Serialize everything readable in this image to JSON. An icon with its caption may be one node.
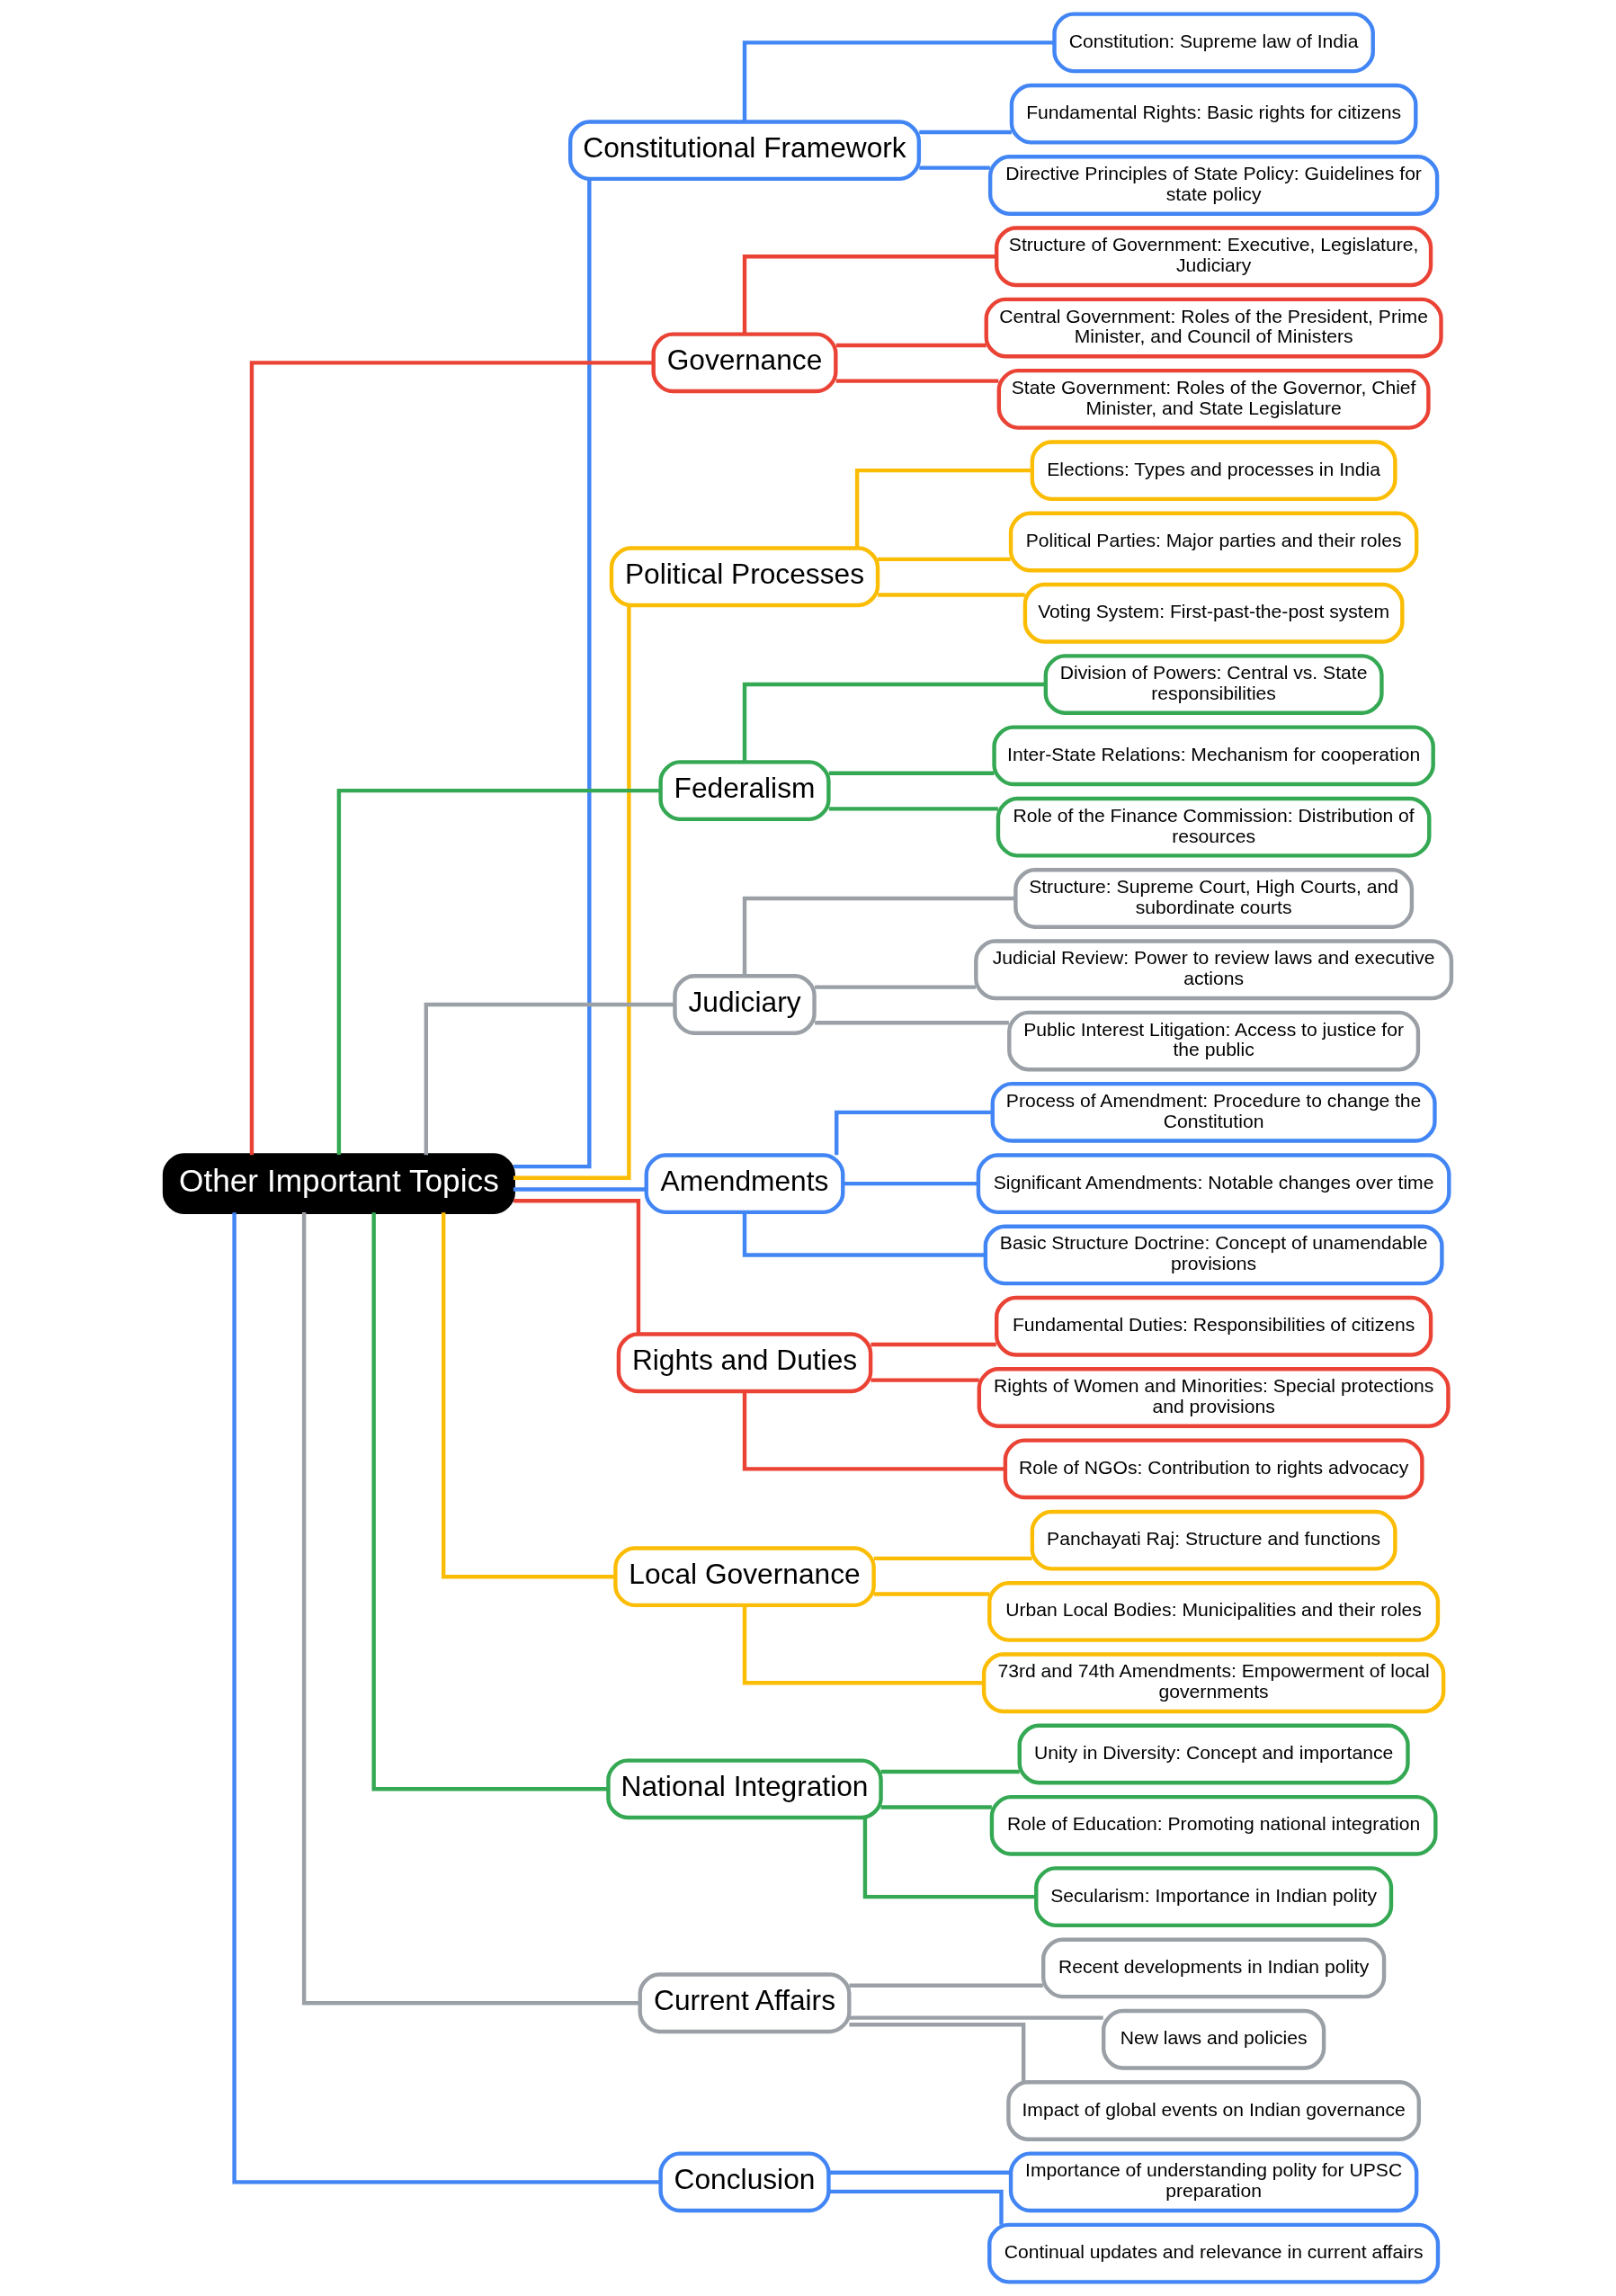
{
  "diagram": {
    "nodes": [
      {
        "text": [
          "Other Important Topics"
        ]
      },
      {
        "text": [
          "Constitutional Framework"
        ]
      },
      {
        "text": [
          "Constitution: Supreme law of India"
        ]
      },
      {
        "text": [
          "Fundamental Rights: Basic rights for citizens"
        ]
      },
      {
        "text": [
          "Directive Principles of State Policy: Guidelines for state policy"
        ]
      },
      {
        "text": [
          "Governance"
        ]
      },
      {
        "text": [
          "Structure of Government: Executive, Legislature, Judiciary"
        ]
      },
      {
        "text": [
          "Central Government: Roles of the President, Prime Minister, and Council of Ministers"
        ]
      },
      {
        "text": [
          "State Government: Roles of the Governor, Chief Minister, and State Legislature"
        ]
      },
      {
        "text": [
          "Political Processes"
        ]
      },
      {
        "text": [
          "Elections: Types and processes in India"
        ]
      },
      {
        "text": [
          "Political Parties: Major parties and their roles"
        ]
      },
      {
        "text": [
          "Voting System: First-past-the-post system"
        ]
      },
      {
        "text": [
          "Federalism"
        ]
      },
      {
        "text": [
          "Division of Powers: Central vs. State responsibilities"
        ]
      },
      {
        "text": [
          "Inter-State Relations: Mechanism for cooperation"
        ]
      },
      {
        "text": [
          "Role of the Finance Commission: Distribution of resources"
        ]
      },
      {
        "text": [
          "Judiciary"
        ]
      },
      {
        "text": [
          "Structure: Supreme Court, High Courts, and subordinate courts"
        ]
      },
      {
        "text": [
          "Judicial Review: Power to review laws and executive actions"
        ]
      },
      {
        "text": [
          "Public Interest Litigation: Access to justice for the public"
        ]
      },
      {
        "text": [
          "Amendments"
        ]
      },
      {
        "text": [
          "Process of Amendment: Procedure to change the Constitution"
        ]
      },
      {
        "text": [
          "Significant Amendments: Notable changes over time"
        ]
      },
      {
        "text": [
          "Basic Structure Doctrine: Concept of unamendable provisions"
        ]
      },
      {
        "text": [
          "Rights and Duties"
        ]
      },
      {
        "text": [
          "Fundamental Duties: Responsibilities of citizens"
        ]
      },
      {
        "text": [
          "Rights of Women and Minorities: Special protections and provisions"
        ]
      },
      {
        "text": [
          "Role of NGOs: Contribution to rights advocacy"
        ]
      },
      {
        "text": [
          "Local Governance"
        ]
      },
      {
        "text": [
          "Panchayati Raj: Structure and functions"
        ]
      },
      {
        "text": [
          "Urban Local Bodies: Municipalities and their roles"
        ]
      },
      {
        "text": [
          "73rd and 74th Amendments: Empowerment of local governments"
        ]
      },
      {
        "text": [
          "National Integration"
        ]
      },
      {
        "text": [
          "Unity in Diversity: Concept and importance"
        ]
      },
      {
        "text": [
          "Role of Education: Promoting national integration"
        ]
      },
      {
        "text": [
          "Secularism: Importance in Indian polity"
        ]
      },
      {
        "text": [
          "Current Affairs"
        ]
      },
      {
        "text": [
          "Recent developments in Indian polity"
        ]
      },
      {
        "text": [
          "New laws and policies"
        ]
      },
      {
        "text": [
          "Impact of global events on Indian governance"
        ]
      },
      {
        "text": [
          "Conclusion"
        ]
      },
      {
        "text": [
          "Importance of understanding polity for UPSC preparation"
        ]
      },
      {
        "text": [
          "Continual updates and relevance in current affairs"
        ]
      }
    ],
    "edges": [
      {
        "from": 0,
        "to": 1,
        "arrow": "none"
      },
      {
        "from": 1,
        "to": 2,
        "arrow": "none"
      },
      {
        "from": 1,
        "to": 3,
        "arrow": "none"
      },
      {
        "from": 1,
        "to": 4,
        "arrow": "none"
      },
      {
        "from": 0,
        "to": 5,
        "arrow": "none",
        "color": "#ea4335"
      },
      {
        "from": 5,
        "to": 6,
        "arrow": "none",
        "color": "#ea4335"
      },
      {
        "from": 5,
        "to": 7,
        "arrow": "none",
        "color": "#ea4335"
      },
      {
        "from": 5,
        "to": 8,
        "arrow": "none",
        "color": "#ea4335"
      },
      {
        "from": 0,
        "to": 9,
        "arrow": "none",
        "color": "#fbbc04"
      },
      {
        "from": 9,
        "to": 10,
        "arrow": "none",
        "color": "#fbbc04"
      },
      {
        "from": 9,
        "to": 11,
        "arrow": "none",
        "color": "#fbbc04"
      },
      {
        "from": 9,
        "to": 12,
        "arrow": "none",
        "color": "#fbbc04"
      },
      {
        "from": 0,
        "to": 13,
        "arrow": "none",
        "color": "#34a853"
      },
      {
        "from": 13,
        "to": 14,
        "arrow": "none",
        "color": "#34a853"
      },
      {
        "from": 13,
        "to": 15,
        "arrow": "none",
        "color": "#34a853"
      },
      {
        "from": 13,
        "to": 16,
        "arrow": "none",
        "color": "#34a853"
      },
      {
        "from": 0,
        "to": 17,
        "arrow": "none",
        "color": "#9aa0a6"
      },
      {
        "from": 17,
        "to": 18,
        "arrow": "none",
        "color": "#9aa0a6"
      },
      {
        "from": 17,
        "to": 19,
        "arrow": "none",
        "color": "#9aa0a6"
      },
      {
        "from": 17,
        "to": 20,
        "arrow": "none",
        "color": "#9aa0a6"
      },
      {
        "from": 0,
        "to": 21,
        "arrow": "none"
      },
      {
        "from": 21,
        "to": 22,
        "arrow": "none"
      },
      {
        "from": 21,
        "to": 23,
        "arrow": "none"
      },
      {
        "from": 21,
        "to": 24,
        "arrow": "none"
      },
      {
        "from": 0,
        "to": 25,
        "arrow": "none",
        "color": "#ea4335"
      },
      {
        "from": 25,
        "to": 26,
        "arrow": "none",
        "color": "#ea4335"
      },
      {
        "from": 25,
        "to": 27,
        "arrow": "none",
        "color": "#ea4335"
      },
      {
        "from": 25,
        "to": 28,
        "arrow": "none",
        "color": "#ea4335"
      },
      {
        "from": 0,
        "to": 29,
        "arrow": "none",
        "color": "#fbbc04"
      },
      {
        "from": 29,
        "to": 30,
        "arrow": "none",
        "color": "#fbbc04"
      },
      {
        "from": 29,
        "to": 31,
        "arrow": "none",
        "color": "#fbbc04"
      },
      {
        "from": 29,
        "to": 32,
        "arrow": "none",
        "color": "#fbbc04"
      },
      {
        "from": 0,
        "to": 33,
        "arrow": "none",
        "color": "#34a853"
      },
      {
        "from": 33,
        "to": 34,
        "arrow": "none",
        "color": "#34a853"
      },
      {
        "from": 33,
        "to": 35,
        "arrow": "none",
        "color": "#34a853"
      },
      {
        "from": 33,
        "to": 36,
        "arrow": "none",
        "color": "#34a853"
      },
      {
        "from": 0,
        "to": 37,
        "arrow": "none",
        "color": "#9aa0a6"
      },
      {
        "from": 37,
        "to": 38,
        "arrow": "none",
        "color": "#9aa0a6"
      },
      {
        "from": 37,
        "to": 39,
        "arrow": "none",
        "color": "#9aa0a6"
      },
      {
        "from": 37,
        "to": 40,
        "arrow": "none",
        "color": "#9aa0a6"
      },
      {
        "from": 0,
        "to": 41,
        "arrow": "none"
      },
      {
        "from": 41,
        "to": 42,
        "arrow": "none"
      },
      {
        "from": 41,
        "to": 43,
        "arrow": "none"
      }
    ]
  }
}
